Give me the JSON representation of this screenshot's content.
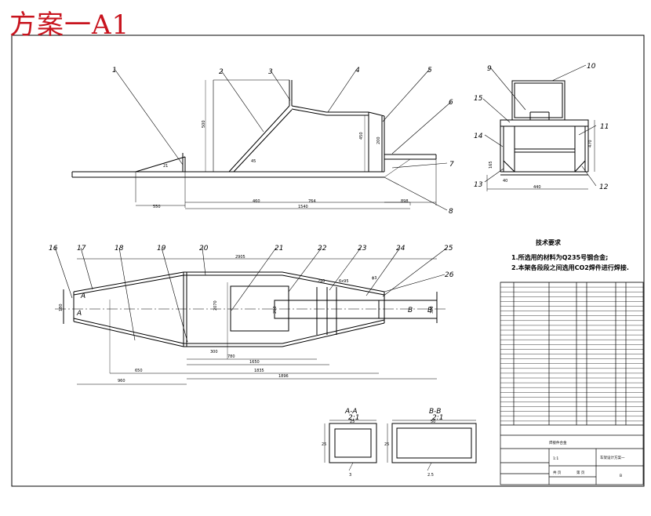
{
  "title": "方案一A1",
  "part_labels": [
    "1",
    "2",
    "3",
    "4",
    "5",
    "6",
    "7",
    "8",
    "9",
    "10",
    "11",
    "12",
    "13",
    "14",
    "15",
    "16",
    "17",
    "18",
    "19",
    "20",
    "21",
    "22",
    "23",
    "24",
    "25",
    "26"
  ],
  "dimensions": {
    "elevation": [
      "550",
      "500",
      "460",
      "764",
      "1540",
      "898",
      "200",
      "450",
      "21",
      "45"
    ],
    "end_view": [
      "440",
      "40",
      "470",
      "165"
    ],
    "plan": [
      "2905",
      "650",
      "960",
      "1896",
      "1835",
      "1650",
      "780",
      "300",
      "2070",
      "200",
      "320",
      "180",
      "6x95",
      "2x0",
      "ɸ3"
    ]
  },
  "section_labels": {
    "a": "A-A",
    "a_ratio": "2:1",
    "b": "B-B",
    "b_ratio": "2:1",
    "cut_a_left": "A",
    "cut_a_right": "A",
    "cut_b_left": "B",
    "cut_b_right": "B",
    "sa_width": "25",
    "sa_height": "25",
    "sa_wall": "3",
    "sb_width": "50",
    "sb_height": "25",
    "sb_wall": "2.5"
  },
  "notes": {
    "heading": "技术要求",
    "line1": "1.所选用的材料为Q235号钢合金;",
    "line2": "2.本架各段段之间选用CO2焊件进行焊接."
  },
  "title_block": {
    "center": "焊接件合金",
    "drawing_name": "车架设计方案一",
    "scale": "1:1",
    "sheet_left": "共 页",
    "sheet_right": "第 页",
    "stamp": "B"
  }
}
